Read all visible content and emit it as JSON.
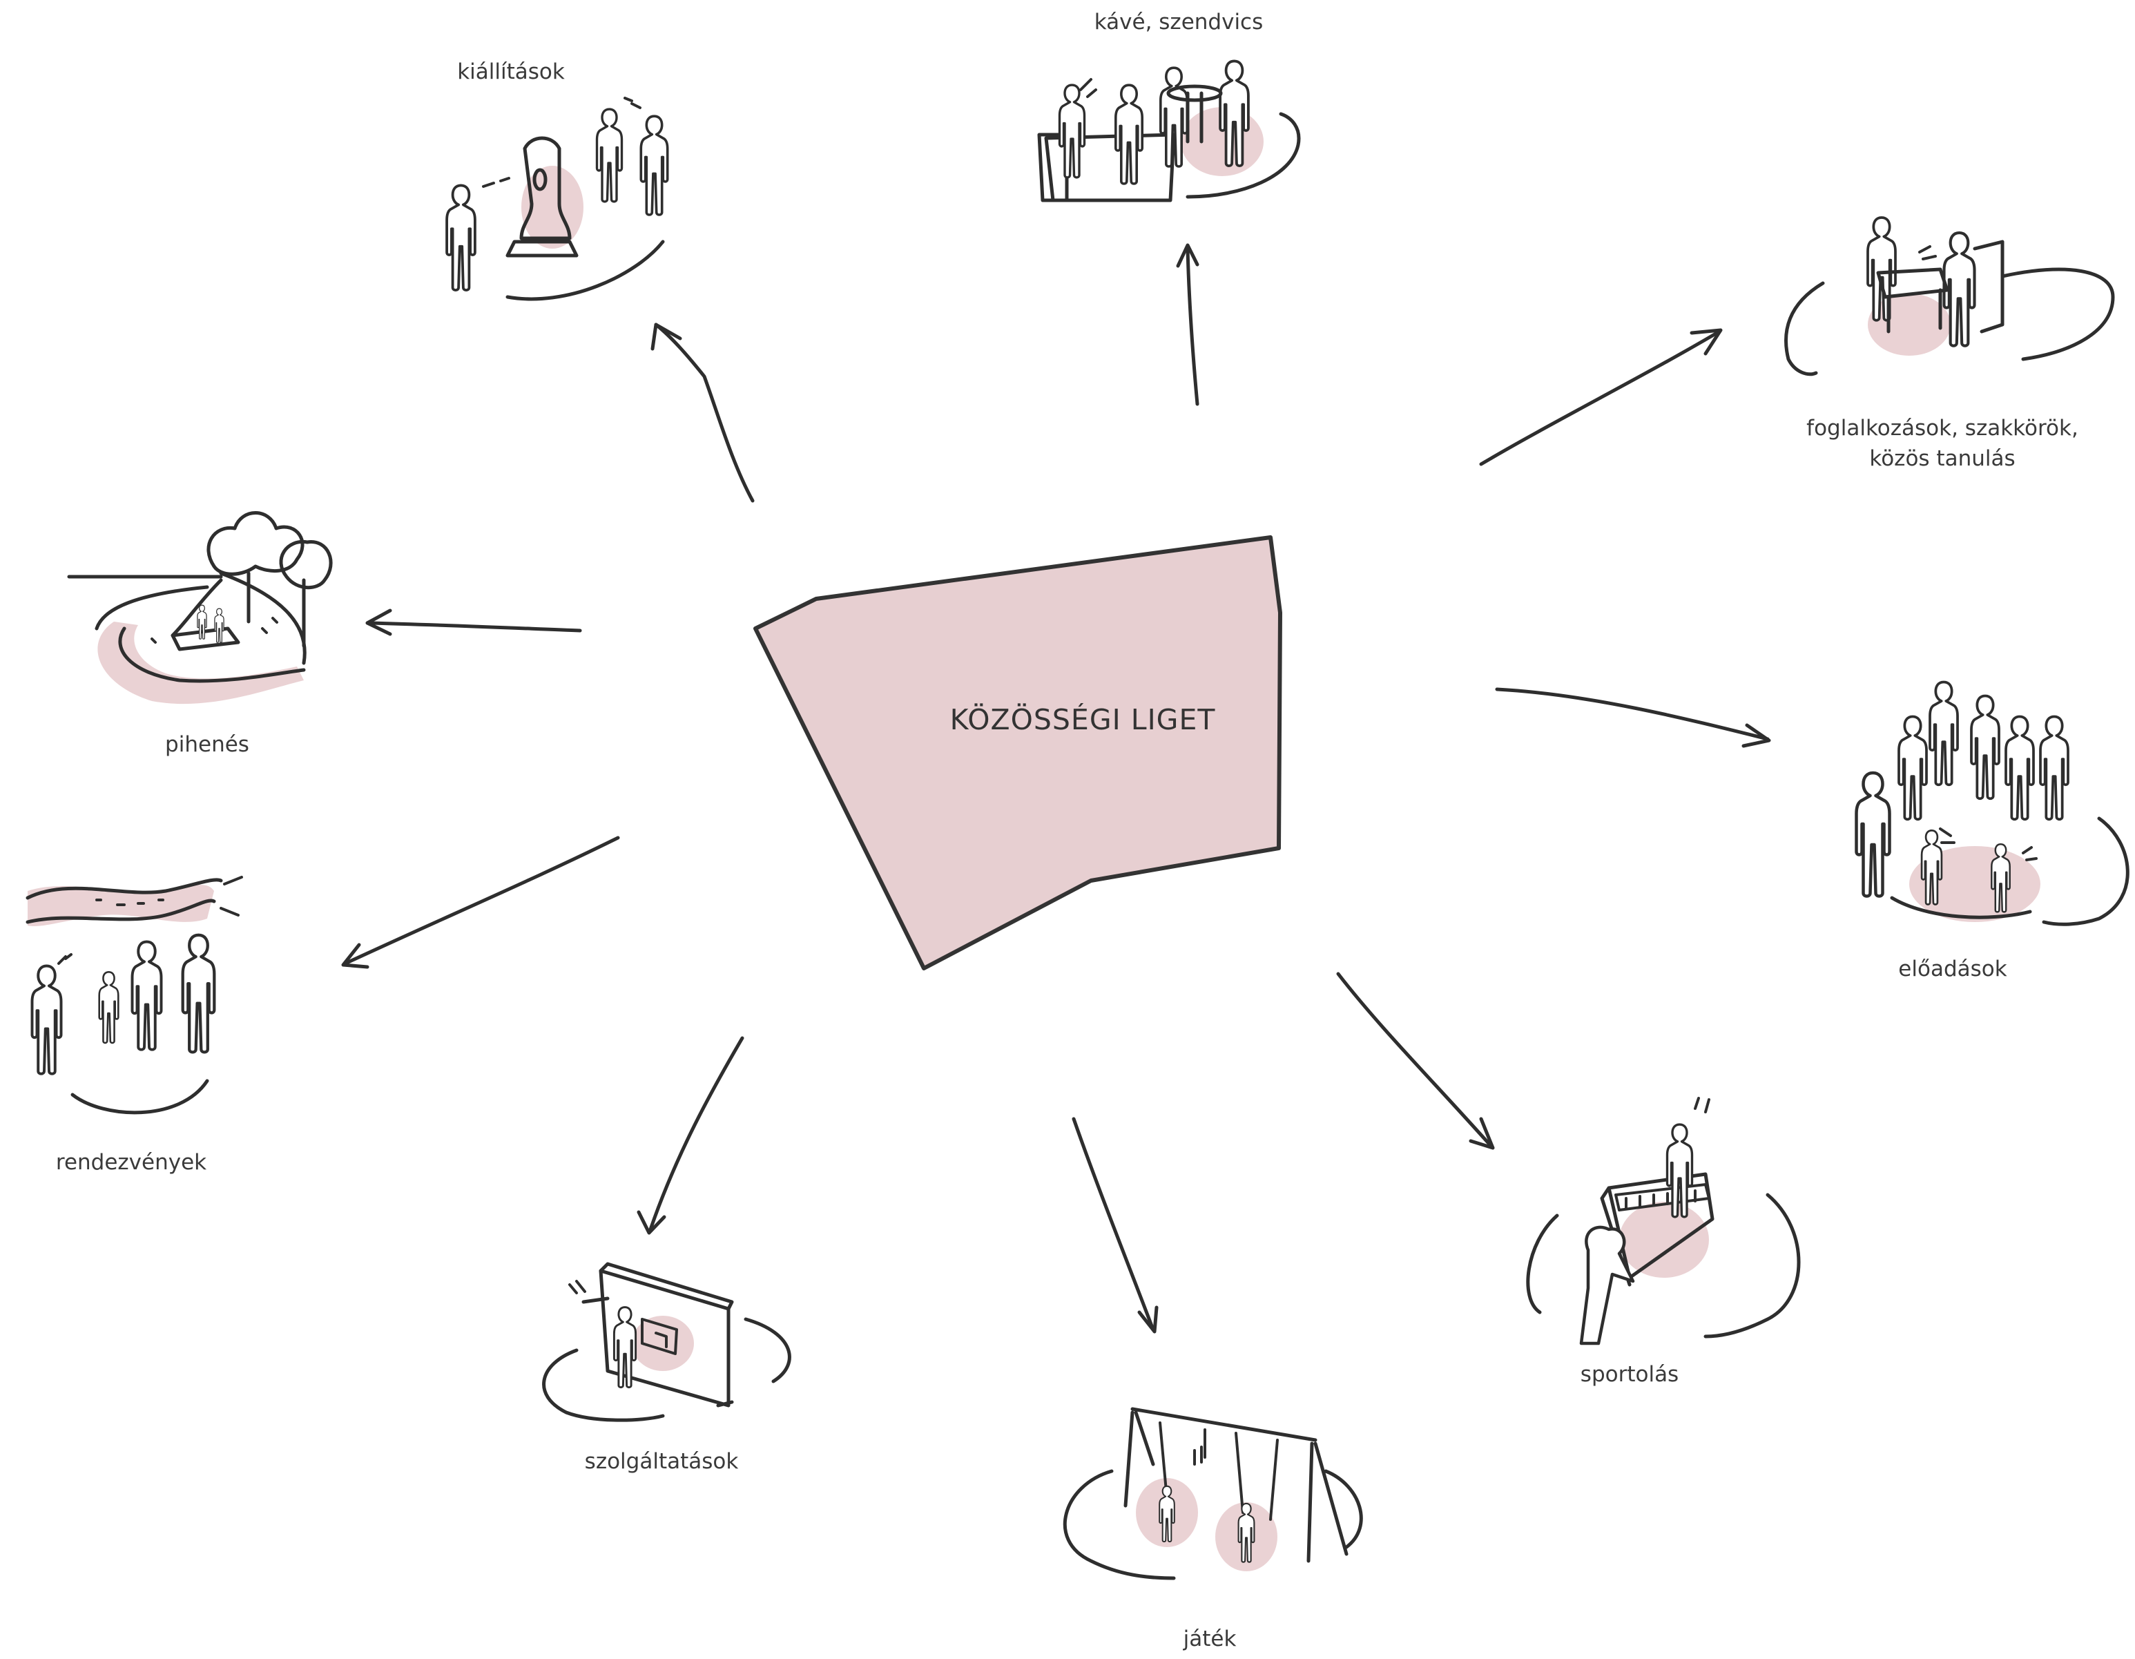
{
  "colors": {
    "center_fill": "#e7cfd1",
    "accent_wash": "#e3c3c5",
    "ink": "#2e2e2e",
    "text": "#3a3a3a"
  },
  "center": {
    "title": "KÖZÖSSÉGI LIGET"
  },
  "activities": {
    "kiallitasok": "kiállítások",
    "kave": "kávé, szendvics",
    "foglalkozasok_line1": "foglalkozások, szakkörök,",
    "foglalkozasok_line2": "közös tanulás",
    "pihenes": "pihenés",
    "eloadasok": "előadások",
    "rendezvenyek": "rendezvények",
    "szolgaltatasok": "szolgáltatások",
    "jatek": "játék",
    "sportolas": "sportolás"
  }
}
